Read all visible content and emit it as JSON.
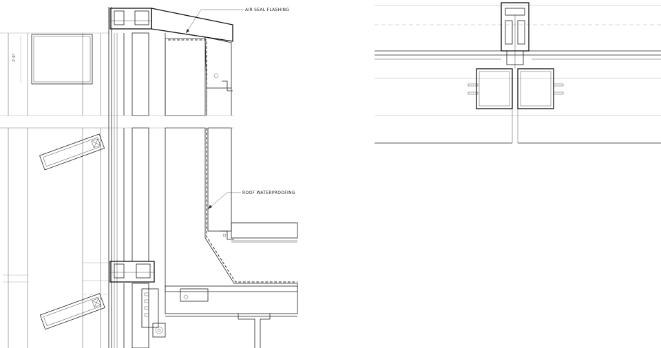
{
  "annotations": {
    "air_seal_flashing": "AIR SEAL FLASHING",
    "roof_waterproofing": "ROOF WATERPROOFING"
  },
  "dimensions": {
    "window_dim": "1'-0\""
  },
  "colors": {
    "line": "#1f1f1f",
    "background": "#ffffff"
  }
}
